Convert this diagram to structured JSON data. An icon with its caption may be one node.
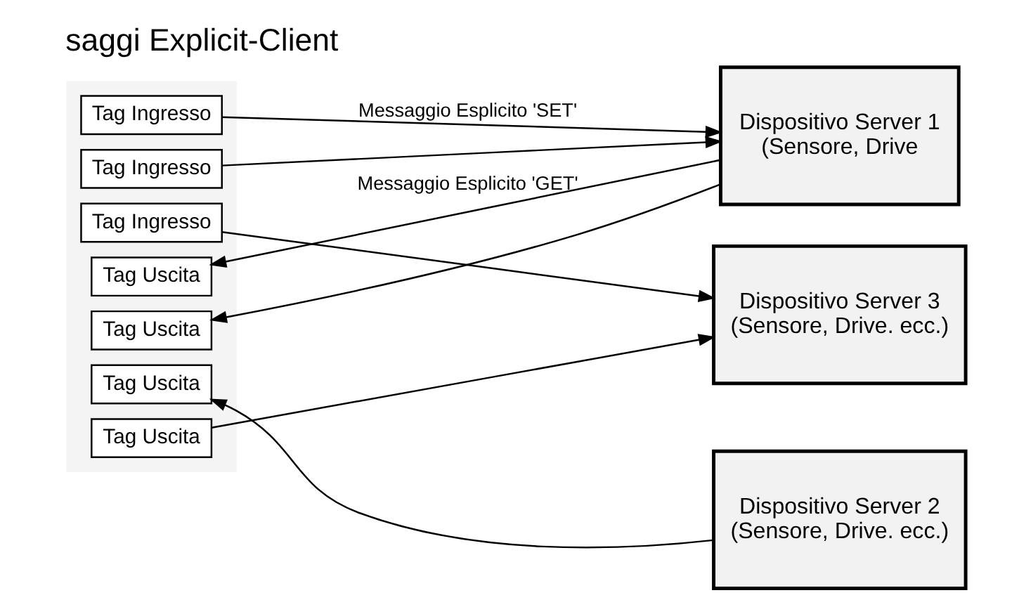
{
  "diagram": {
    "title": "saggi Explicit-Client",
    "nodes": [
      {
        "text": [],
        "shape": "box"
      },
      {
        "text": [
          "Tag Ingresso"
        ],
        "in": 0
      },
      {
        "text": [
          "Tag Ingresso"
        ],
        "in": 0
      },
      {
        "text": [
          "Tag Ingresso"
        ],
        "in": 0
      },
      {
        "text": [
          "Tag Uscita"
        ],
        "in": 0
      },
      {
        "text": [
          "Tag Uscita"
        ],
        "in": 0
      },
      {
        "text": [
          "Tag Uscita"
        ],
        "in": 0
      },
      {
        "text": [
          "Tag Uscita"
        ],
        "in": 0
      },
      {
        "text": [
          "Dispositivo Server 1 (Sensore, Drive"
        ]
      },
      {
        "text": [
          "Dispositivo Server 2 (Sensore, Drive. ecc.)"
        ]
      },
      {
        "text": [
          "Dispositivo Server 3 (Sensore, Drive. ecc.)"
        ]
      }
    ],
    "edges": [
      {
        "from": 1,
        "to": 8,
        "arrow": "to",
        "label": "Messaggio Esplicito 'SET'"
      },
      {
        "from": 2,
        "to": 8,
        "arrow": "to"
      },
      {
        "from": 8,
        "to": 4,
        "arrow": "to",
        "label": "Messaggio Esplicito 'GET'"
      },
      {
        "from": 8,
        "to": 5,
        "arrow": "to"
      },
      {
        "from": 3,
        "to": 10,
        "arrow": "to"
      },
      {
        "from": 9,
        "to": 6,
        "arrow": "to"
      },
      {
        "from": 7,
        "to": 10,
        "arrow": "to"
      }
    ]
  }
}
